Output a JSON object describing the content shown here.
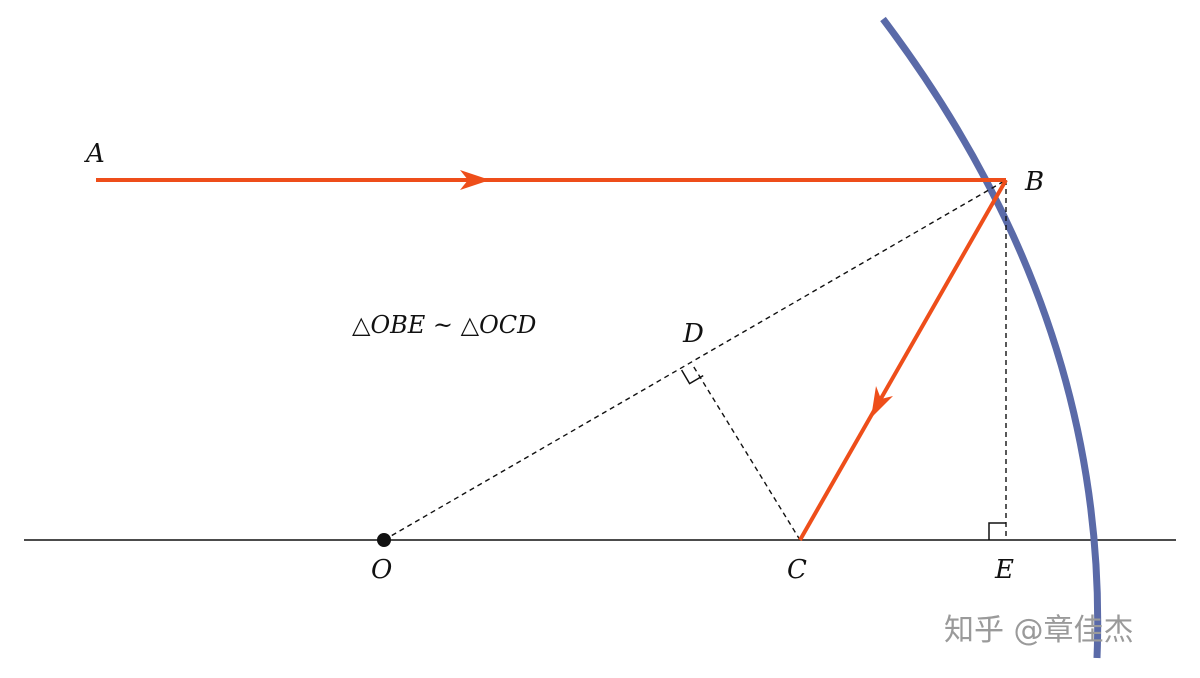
{
  "points": {
    "A": "A",
    "B": "B",
    "C": "C",
    "D": "D",
    "E": "E",
    "O": "O"
  },
  "annotation": "△OBE ~ △OCD",
  "watermark": "知乎 @章佳杰",
  "colors": {
    "mirror": "#5a6aa8",
    "ray": "#ee4e1a",
    "line": "#111111",
    "watermark": "#9a9a9a"
  }
}
